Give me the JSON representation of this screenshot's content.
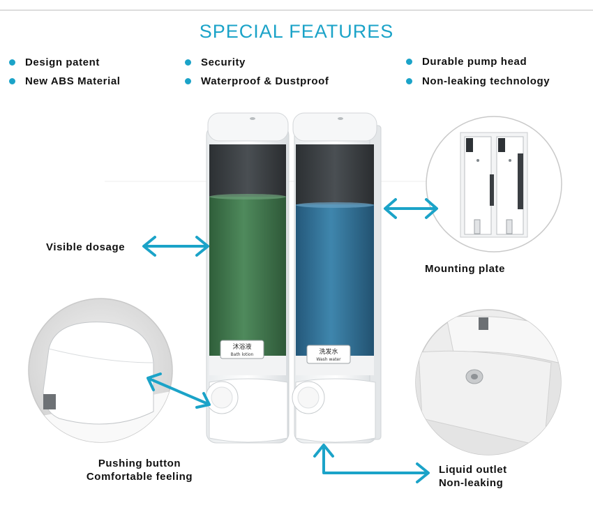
{
  "header": {
    "title": "SPECIAL FEATURES"
  },
  "features": [
    {
      "label": "Design patent"
    },
    {
      "label": "New ABS Material"
    },
    {
      "label": "Security"
    },
    {
      "label": "Waterproof & Dustproof"
    },
    {
      "label": "Durable pump head"
    },
    {
      "label": "Non-leaking technology"
    }
  ],
  "callouts": {
    "visible_dosage": "Visible dosage",
    "mounting_plate": "Mounting plate",
    "pushing_button": [
      "Pushing button",
      "Comfortable feeling"
    ],
    "liquid_outlet": [
      "Liquid outlet",
      "Non-leaking"
    ]
  },
  "bottles": {
    "left": {
      "label_cn": "沐浴液",
      "label_en": "Bath lotion"
    },
    "right": {
      "label_cn": "洗发水",
      "label_en": "Wash water"
    }
  },
  "colors": {
    "accent": "#1ba3c8",
    "liquid_left": "#3f7a4d",
    "liquid_right": "#2f6f93"
  }
}
